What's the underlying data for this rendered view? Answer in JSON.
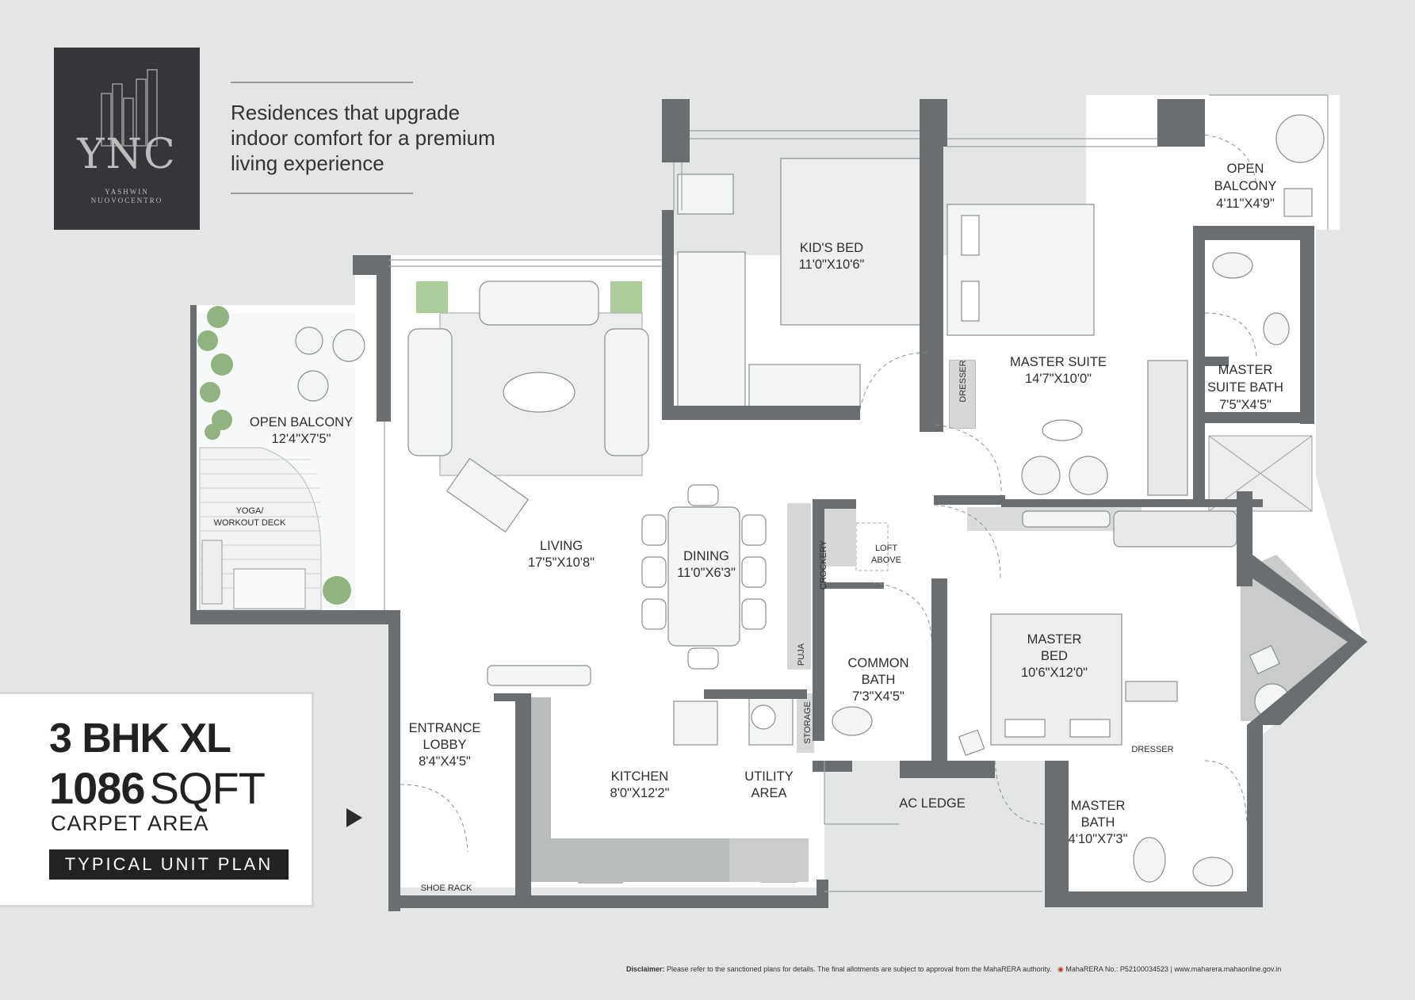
{
  "logo": {
    "mark": "YNC",
    "subtitle_line1": "YASHWIN",
    "subtitle_line2": "NUOVOCENTRO"
  },
  "tagline": {
    "line1": "Residences that upgrade",
    "line2": "indoor comfort for a premium",
    "line3": "living experience"
  },
  "unit": {
    "type": "3 BHK XL",
    "area_value": "1086",
    "area_unit": "SQFT",
    "area_label": "CARPET AREA",
    "plan_label": "TYPICAL UNIT PLAN"
  },
  "rooms": {
    "kids_bed": {
      "name": "KID'S BED",
      "size": "11'0\"X10'6\""
    },
    "open_balcony_top": {
      "name": "OPEN",
      "name2": "BALCONY",
      "size": "4'11\"X4'9\""
    },
    "master_suite": {
      "name": "MASTER SUITE",
      "size": "14'7\"X10'0\""
    },
    "master_suite_bath": {
      "name": "MASTER",
      "name2": "SUITE BATH",
      "size": "7'5\"X4'5\""
    },
    "open_balcony_left": {
      "name": "OPEN BALCONY",
      "size": "12'4\"X7'5\""
    },
    "yoga_deck": {
      "name": "YOGA/",
      "name2": "WORKOUT DECK"
    },
    "living": {
      "name": "LIVING",
      "size": "17'5\"X10'8\""
    },
    "dining": {
      "name": "DINING",
      "size": "11'0\"X6'3\""
    },
    "loft": {
      "name": "LOFT",
      "name2": "ABOVE"
    },
    "crockery": {
      "name": "CROCKERY"
    },
    "puja": {
      "name": "PUJA"
    },
    "storage": {
      "name": "STORAGE"
    },
    "common_bath": {
      "name": "COMMON",
      "name2": "BATH",
      "size": "7'3\"X4'5\""
    },
    "master_bed": {
      "name": "MASTER",
      "name2": "BED",
      "size": "10'6\"X12'0\""
    },
    "dresser_suite": {
      "name": "DRESSER"
    },
    "dresser_master": {
      "name": "DRESSER"
    },
    "entrance_lobby": {
      "name": "ENTRANCE",
      "name2": "LOBBY",
      "size": "8'4\"X4'5\""
    },
    "kitchen": {
      "name": "KITCHEN",
      "size": "8'0\"X12'2\""
    },
    "utility": {
      "name": "UTILITY",
      "name2": "AREA"
    },
    "ac_ledge": {
      "name": "AC LEDGE"
    },
    "master_bath": {
      "name": "MASTER",
      "name2": "BATH",
      "size": "4'10\"X7'3\""
    },
    "shoe_rack": {
      "name": "SHOE RACK"
    }
  },
  "disclaimer": {
    "label": "Disclaimer:",
    "text": "Please refer to the sanctioned plans for details. The final  allotments are subject to approval from the MahaRERA authority.",
    "rera": "MahaRERA No.: P52100034523 | www.maharera.mahaonline.gov.in"
  },
  "colors": {
    "background": "#e3e6e5",
    "wall": "#6b6e70",
    "floor": "#ffffff",
    "text": "#2b2b2b"
  }
}
